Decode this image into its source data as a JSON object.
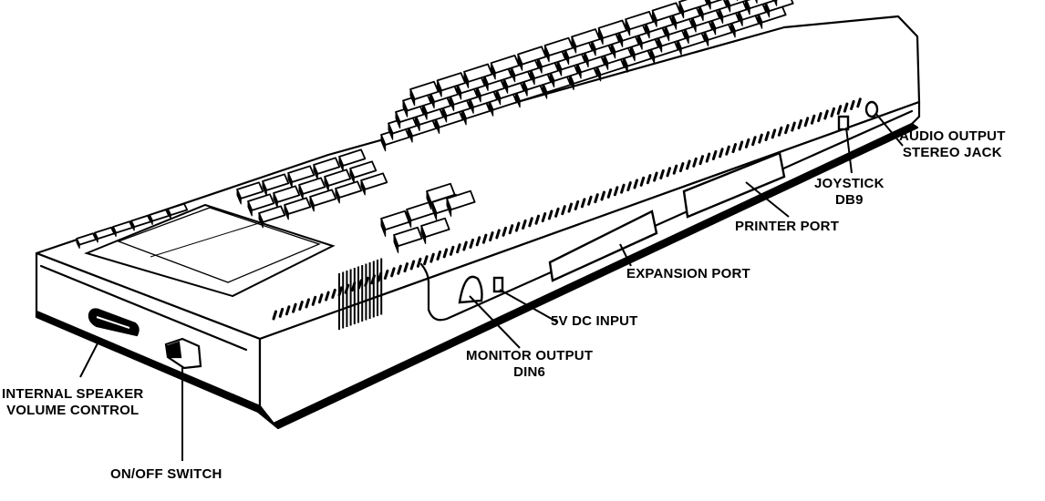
{
  "colors": {
    "ink": "#000000",
    "paper": "#ffffff",
    "body_shade": "#f4f4f4"
  },
  "labels": {
    "audio_output": {
      "line1": "AUDIO OUTPUT",
      "line2": "STEREO JACK"
    },
    "joystick": {
      "line1": "JOYSTICK",
      "line2": "DB9"
    },
    "printer_port": {
      "line1": "PRINTER PORT"
    },
    "expansion_port": {
      "line1": "EXPANSION PORT"
    },
    "dc_input": {
      "line1": "5V DC INPUT"
    },
    "monitor_output": {
      "line1": "MONITOR OUTPUT",
      "line2": "DIN6"
    },
    "speaker_volume": {
      "line1": "INTERNAL SPEAKER",
      "line2": "VOLUME CONTROL"
    },
    "power_switch": {
      "line1": "ON/OFF SWITCH"
    }
  }
}
